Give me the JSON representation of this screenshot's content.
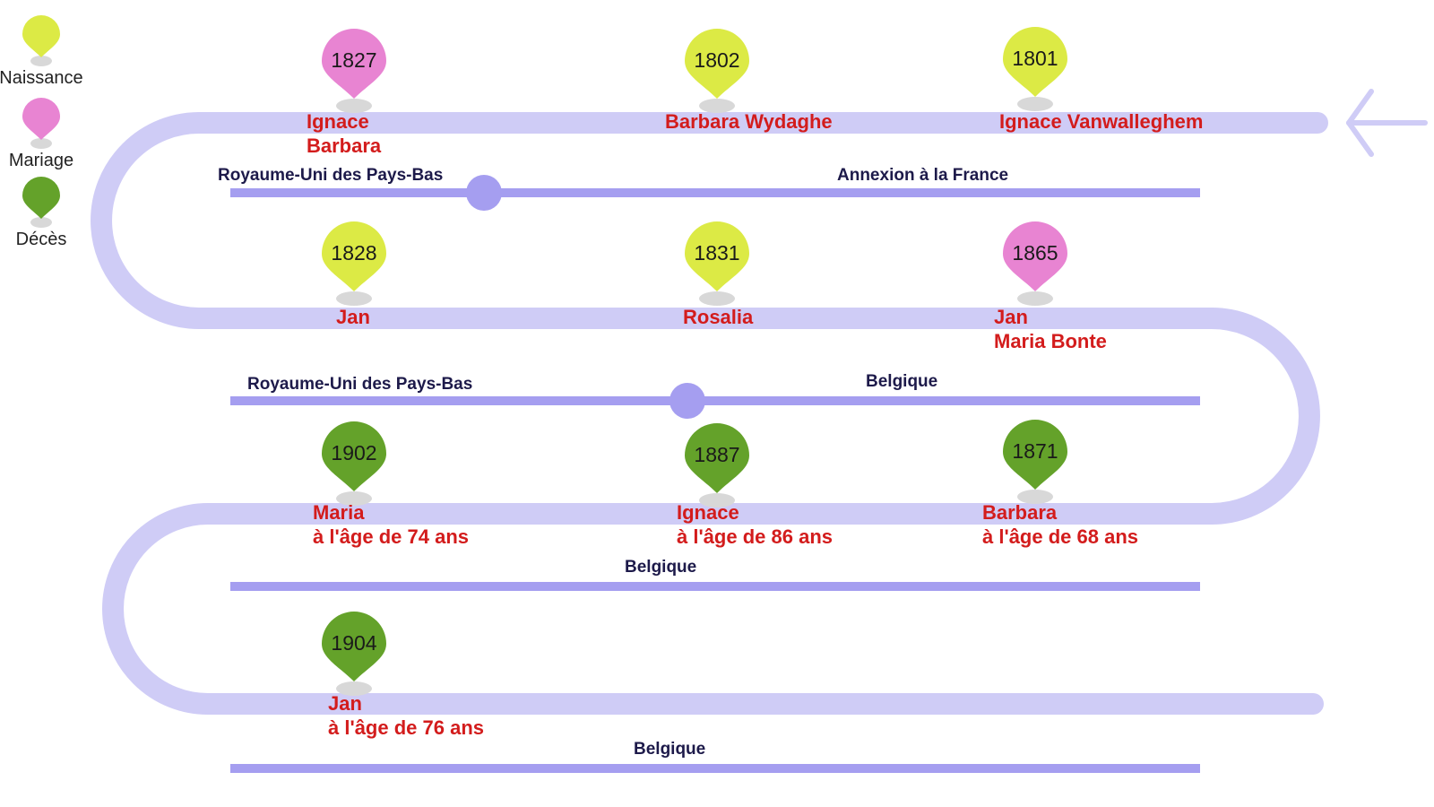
{
  "colors": {
    "naissance": "#dcea45",
    "mariage": "#e884d2",
    "deces": "#64a22a",
    "road": "#cfccf6",
    "period_bar": "#a59ef0",
    "event_text": "#d31c1c",
    "period_text": "#1d1a4a"
  },
  "legend": {
    "naissance": "Naissance",
    "mariage": "Mariage",
    "deces": "Décès"
  },
  "events": [
    {
      "year": "1827",
      "type": "mariage",
      "lines": [
        "Ignace",
        "Barbara"
      ]
    },
    {
      "year": "1802",
      "type": "naissance",
      "lines": [
        "Barbara Wydaghe"
      ]
    },
    {
      "year": "1801",
      "type": "naissance",
      "lines": [
        "Ignace Vanwalleghem"
      ]
    },
    {
      "year": "1828",
      "type": "naissance",
      "lines": [
        "Jan"
      ]
    },
    {
      "year": "1831",
      "type": "naissance",
      "lines": [
        "Rosalia"
      ]
    },
    {
      "year": "1865",
      "type": "mariage",
      "lines": [
        "Jan",
        "Maria Bonte"
      ]
    },
    {
      "year": "1902",
      "type": "deces",
      "lines": [
        "Maria",
        "à l'âge de 74 ans"
      ]
    },
    {
      "year": "1887",
      "type": "deces",
      "lines": [
        "Ignace",
        "à l'âge de 86 ans"
      ]
    },
    {
      "year": "1871",
      "type": "deces",
      "lines": [
        "Barbara",
        "à l'âge de 68 ans"
      ]
    },
    {
      "year": "1904",
      "type": "deces",
      "lines": [
        "Jan",
        "à l'âge de 76 ans"
      ]
    }
  ],
  "periods": [
    {
      "labels": [
        "Royaume-Uni des Pays-Bas",
        "Annexion à la France"
      ],
      "has_marker": true
    },
    {
      "labels": [
        "Royaume-Uni des Pays-Bas",
        "Belgique"
      ],
      "has_marker": true
    },
    {
      "labels": [
        "Belgique"
      ],
      "has_marker": false
    },
    {
      "labels": [
        "Belgique"
      ],
      "has_marker": false
    }
  ]
}
